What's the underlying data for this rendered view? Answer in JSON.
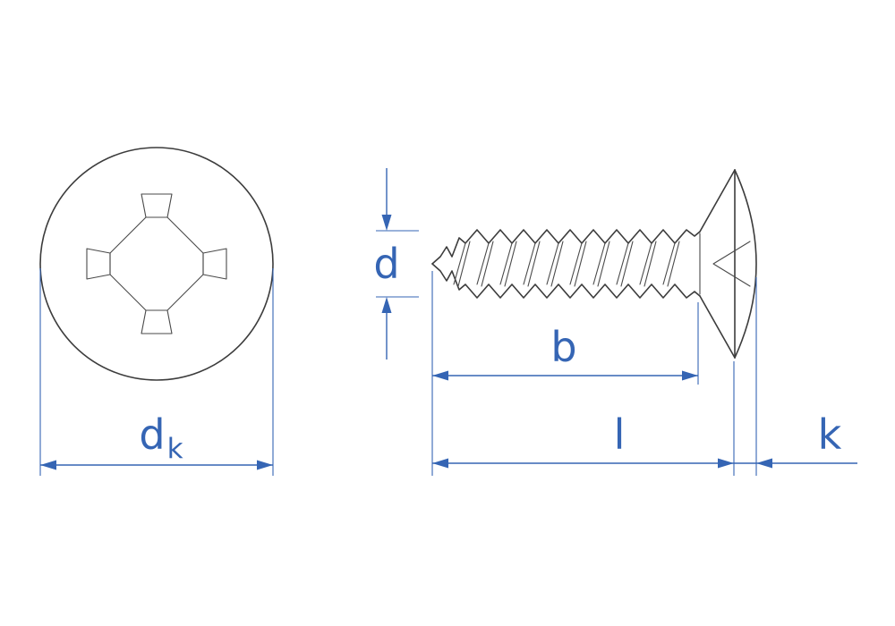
{
  "diagram": {
    "labels": {
      "head_diameter": {
        "main": "d",
        "sub": "k"
      },
      "thread_diameter": "d",
      "thread_length": "b",
      "overall_length": "l",
      "head_height": "k"
    },
    "colors": {
      "dimension_blue": "#3565b4",
      "outline_gray": "#3c3c3c",
      "background": "#ffffff"
    }
  }
}
